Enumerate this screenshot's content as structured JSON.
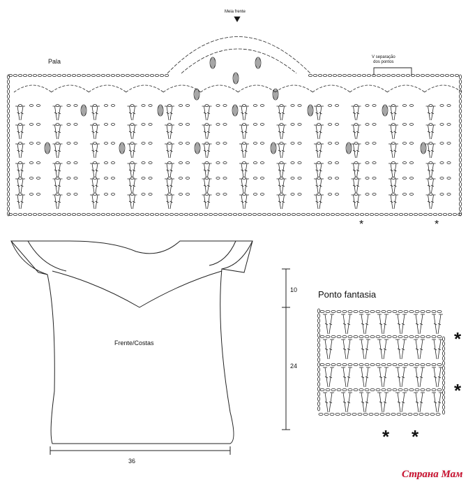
{
  "yoke_chart": {
    "title": "Pala",
    "center_label": "Meia frente",
    "separator_label_line1": "V  separação",
    "separator_label_line2": "dos pontos",
    "marker": "*"
  },
  "garment": {
    "label": "Frente/Costas",
    "dim_top": "10",
    "dim_body": "24",
    "dim_width": "36"
  },
  "stitch_chart": {
    "title": "Ponto fantasia",
    "marker": "*"
  },
  "watermark": "Страна Мам"
}
